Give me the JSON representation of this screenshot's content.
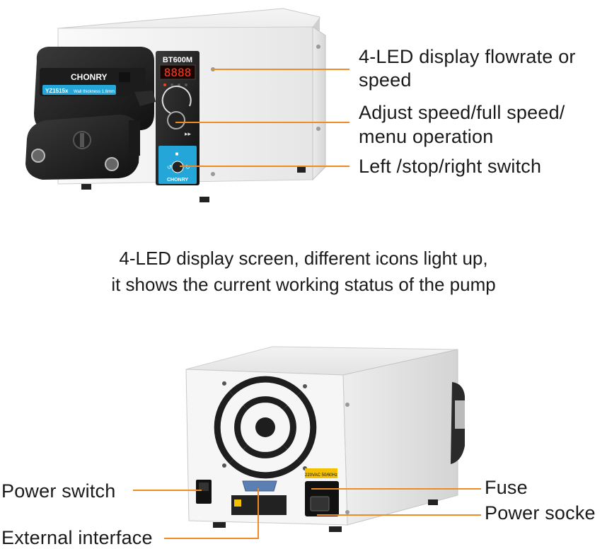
{
  "top_device": {
    "model_text": "BT600M",
    "brand_text": "CHONRY",
    "tube_label": "YZ1515x",
    "tube_sub": "Wall thickness 1.6mm",
    "led_digits": "8888"
  },
  "callouts_top": [
    {
      "line1": "4-LED display flowrate or",
      "line2": "speed"
    },
    {
      "line1": "Adjust speed/full speed/",
      "line2": "menu operation"
    },
    {
      "line1": "Left /stop/right switch",
      "line2": ""
    }
  ],
  "caption": {
    "line1": "4-LED display screen, different icons light up,",
    "line2": "it shows the current working status of the pump"
  },
  "callouts_bottom": {
    "power_switch": "Power switch",
    "external_interface": "External interface",
    "fuse": "Fuse",
    "power_socket": "Power socke"
  },
  "rear_labels": {
    "voltage": "220VAC 50/60Hz"
  },
  "colors": {
    "accent_leader": "#f08a24",
    "led_red": "#ff3b1f",
    "screen_blue": "#25a6d9"
  }
}
